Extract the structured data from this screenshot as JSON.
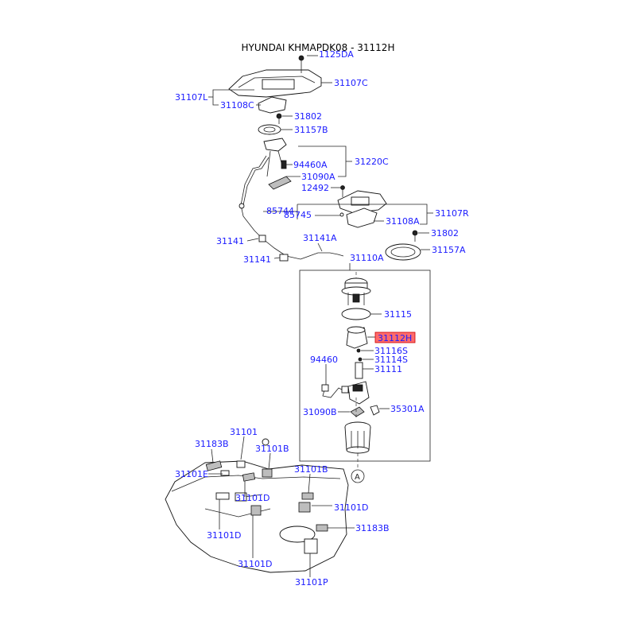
{
  "title": "HYUNDAI KHMAPDK08 - 31112H",
  "highlight_color": "#ff6b6b",
  "label_color": "#1a1aff",
  "labels": {
    "p1125DA": "1125DA",
    "p31107C": "31107C",
    "p31107L": "31107L",
    "p31108C": "31108C",
    "p31802_top": "31802",
    "p31157B": "31157B",
    "p94460A": "94460A",
    "p31220C": "31220C",
    "p31090A": "31090A",
    "p12492": "12492",
    "p85744": "85744",
    "p85745": "85745",
    "p31108A": "31108A",
    "p31107R": "31107R",
    "p31802_mid": "31802",
    "p31141_a": "31141",
    "p31141A": "31141A",
    "p31157A": "31157A",
    "p31141_b": "31141",
    "p31110A": "31110A",
    "p31115": "31115",
    "p31112H": "31112H",
    "p31116S": "31116S",
    "p94460": "94460",
    "p31114S": "31114S",
    "p31111": "31111",
    "p31090B": "31090B",
    "p35301A": "35301A",
    "pA": "A",
    "p31101": "31101",
    "p31183B_l": "31183B",
    "p31101B_l": "31101B",
    "p31101E": "31101E",
    "p31101B_r": "31101B",
    "p31101D_1": "31101D",
    "p31101D_2": "31101D",
    "p31101D_3": "31101D",
    "p31183B_r": "31183B",
    "p31101D_4": "31101D",
    "p31101P": "31101P"
  }
}
